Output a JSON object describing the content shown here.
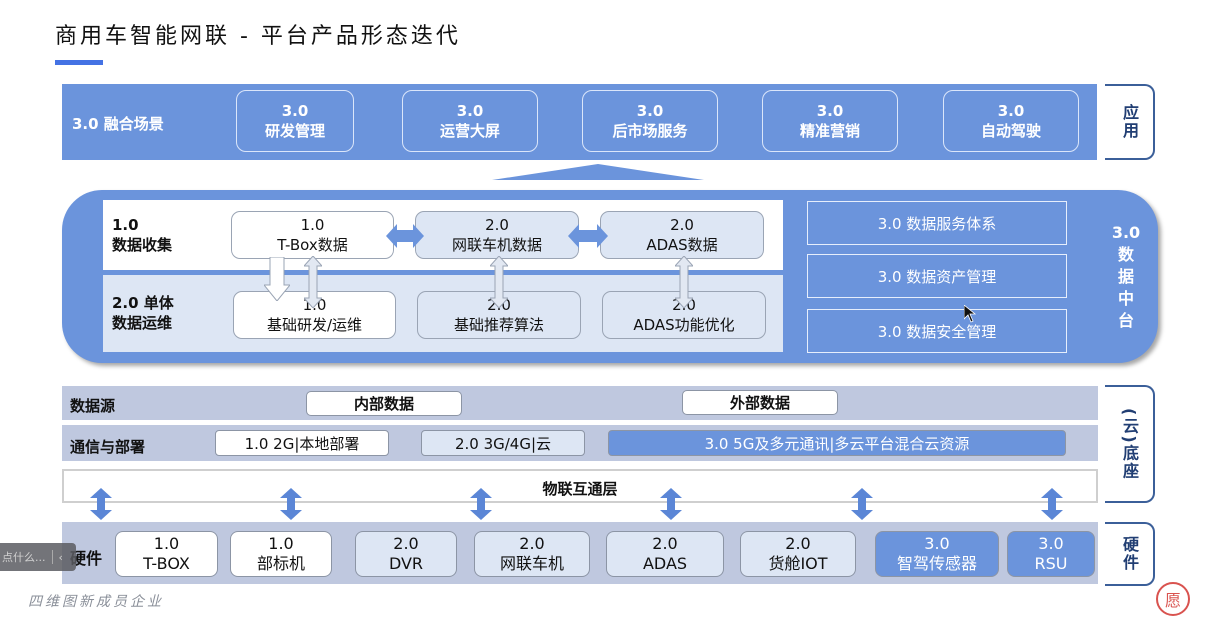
{
  "title": "商用车智能网联 - 平台产品形态迭代",
  "colors": {
    "accent": "#4472e4",
    "band_blue": "#6b94dc",
    "band_gray": "#bfc8df",
    "light_blue": "#dde6f4",
    "side_tag": "#213e73"
  },
  "application": {
    "label": "3.0 融合场景",
    "side_tag": "应用",
    "cards": [
      {
        "version": "3.0",
        "name": "研发管理"
      },
      {
        "version": "3.0",
        "name": "运营大屏"
      },
      {
        "version": "3.0",
        "name": "后市场服务"
      },
      {
        "version": "3.0",
        "name": "精准营销"
      },
      {
        "version": "3.0",
        "name": "自动驾驶"
      }
    ]
  },
  "data_platform": {
    "side_tag": [
      "3.0",
      "数",
      "据",
      "中",
      "台"
    ],
    "row1": {
      "label_line1": "1.0",
      "label_line2": "数据收集",
      "cards": [
        {
          "version": "1.0",
          "name": "T-Box数据"
        },
        {
          "version": "2.0",
          "name": "网联车机数据"
        },
        {
          "version": "2.0",
          "name": "ADAS数据"
        }
      ]
    },
    "row2": {
      "label_line1": "2.0 单体",
      "label_line2": "数据运维",
      "cards": [
        {
          "version": "1.0",
          "name": "基础研发/运维"
        },
        {
          "version": "2.0",
          "name": "基础推荐算法"
        },
        {
          "version": "2.0",
          "name": "ADAS功能优化"
        }
      ]
    },
    "services": [
      "3.0 数据服务体系",
      "3.0 数据资产管理",
      "3.0 数据安全管理"
    ]
  },
  "base": {
    "side_tag": "(云)底座",
    "data_source": {
      "label": "数据源",
      "items": [
        "内部数据",
        "外部数据"
      ]
    },
    "communication": {
      "label": "通信与部署",
      "items": [
        "1.0 2G|本地部署",
        "2.0 3G/4G|云",
        "3.0 5G及多元通讯|多云平台混合云资源"
      ]
    },
    "iot_layer": "物联互通层"
  },
  "hardware": {
    "label": "硬件",
    "side_tag": "硬件",
    "cards": [
      {
        "version": "1.0",
        "name": "T-BOX"
      },
      {
        "version": "1.0",
        "name": "部标机"
      },
      {
        "version": "2.0",
        "name": "DVR"
      },
      {
        "version": "2.0",
        "name": "网联车机"
      },
      {
        "version": "2.0",
        "name": "ADAS"
      },
      {
        "version": "2.0",
        "name": "货舱IOT"
      },
      {
        "version": "3.0",
        "name": "智驾传感器"
      },
      {
        "version": "3.0",
        "name": "RSU"
      }
    ]
  },
  "footer": "四维图新成员企业",
  "tooltip": {
    "text": "点什么...",
    "chevron": "‹"
  },
  "seal": "愿"
}
